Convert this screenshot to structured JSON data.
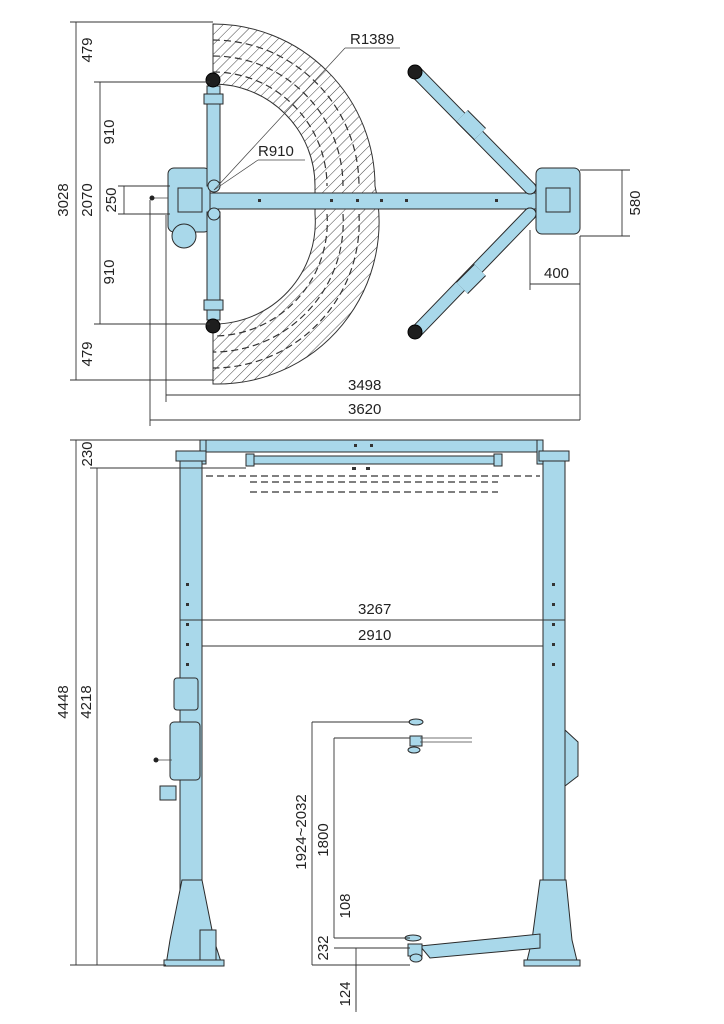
{
  "top_view": {
    "dims": {
      "top_left": "479",
      "arm_upper": "910",
      "overall_height": "3028",
      "column_span": "2070",
      "center": "250",
      "arm_lower": "910",
      "bottom_left": "479",
      "radius_outer": "R1389",
      "radius_inner": "R910",
      "base_depth": "580",
      "base_offset": "400",
      "width_inner": "3498",
      "width_outer": "3620"
    }
  },
  "front_view": {
    "dims": {
      "top_beam": "230",
      "overall_height": "4448",
      "clear_height": "4218",
      "width_outer": "3267",
      "width_inner": "2910",
      "lift_range": "1924~2032",
      "lift_height": "1800",
      "adapter": "108",
      "pad_height": "232",
      "min_height": "124"
    }
  },
  "colors": {
    "part_fill": "#a9d8ea",
    "outline": "#2a2a2a",
    "pad": "#1e1e1e"
  }
}
